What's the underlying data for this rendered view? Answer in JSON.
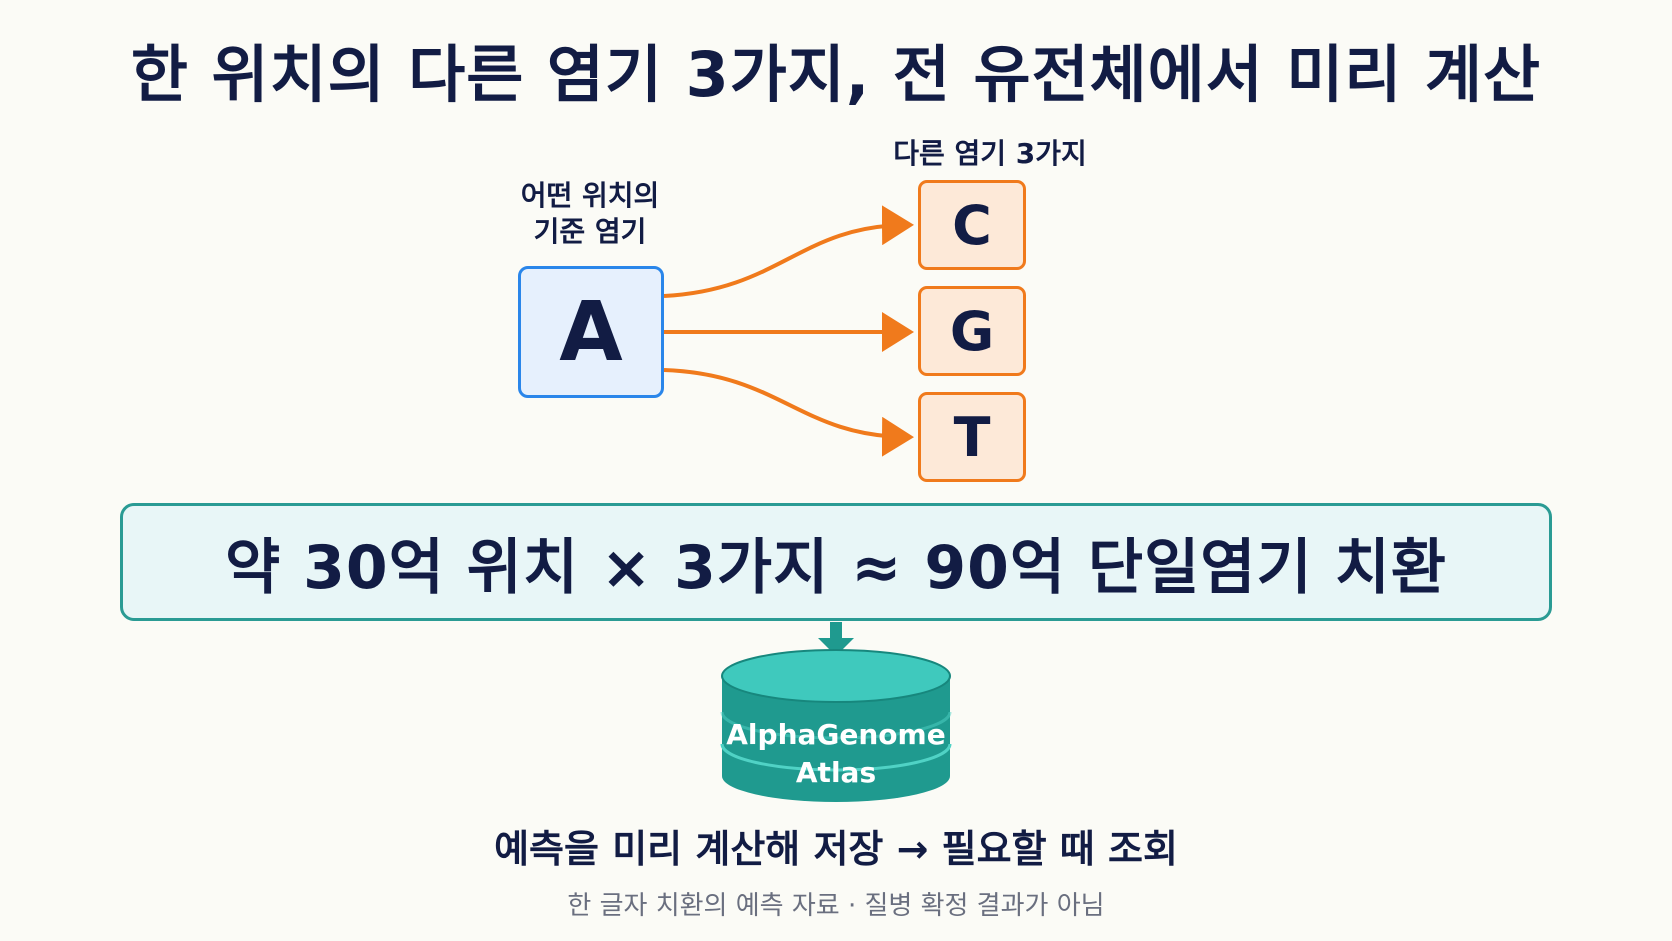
{
  "title": "한 위치의 다른 염기 3가지, 전 유전체에서 미리 계산",
  "reference": {
    "label_line1": "어떤 위치의",
    "label_line2": "기준 염기",
    "base": "A"
  },
  "alternatives": {
    "label": "다른 염기 3가지",
    "bases": [
      "C",
      "G",
      "T"
    ]
  },
  "summary": "약 30억 위치 × 3가지 ≈ 90억 단일염기 치환",
  "database": {
    "label_line1": "AlphaGenome",
    "label_line2": "Atlas"
  },
  "caption": "예측을 미리 계산해 저장 → 필요할 때 조회",
  "footnote": "한 글자 치환의 예측 자료 · 질병 확정 결과가 아님",
  "colors": {
    "reference_border": "#2a86ea",
    "reference_fill": "#e6f0fd",
    "alternative_border": "#f07a1c",
    "alternative_fill": "#fde9d8",
    "arrow": "#f07a1c",
    "summary_border": "#2a9b94",
    "summary_fill": "#e8f6f7",
    "database": "#1f9a8f",
    "database_top": "#3fc9bd",
    "text": "#121c44"
  }
}
